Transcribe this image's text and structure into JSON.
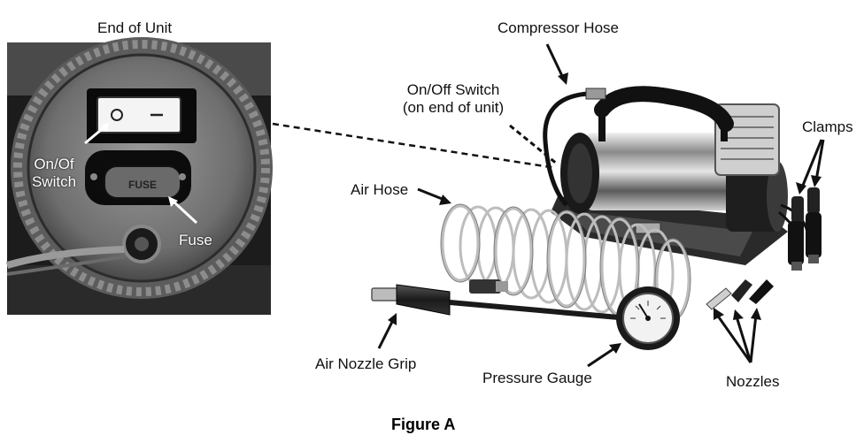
{
  "labels": {
    "end_of_unit": "End of Unit",
    "onoff_switch_inset_line1": "On/Of",
    "onoff_switch_inset_line2": "Switch",
    "fuse": "Fuse",
    "fuse_plate_text": "FUSE",
    "compressor_hose": "Compressor Hose",
    "onoff_switch_line1": "On/Off Switch",
    "onoff_switch_line2": "(on end of unit)",
    "clamps": "Clamps",
    "air_hose": "Air Hose",
    "air_nozzle_grip": "Air Nozzle Grip",
    "pressure_gauge": "Pressure Gauge",
    "nozzles": "Nozzles"
  },
  "caption": "Figure A"
}
